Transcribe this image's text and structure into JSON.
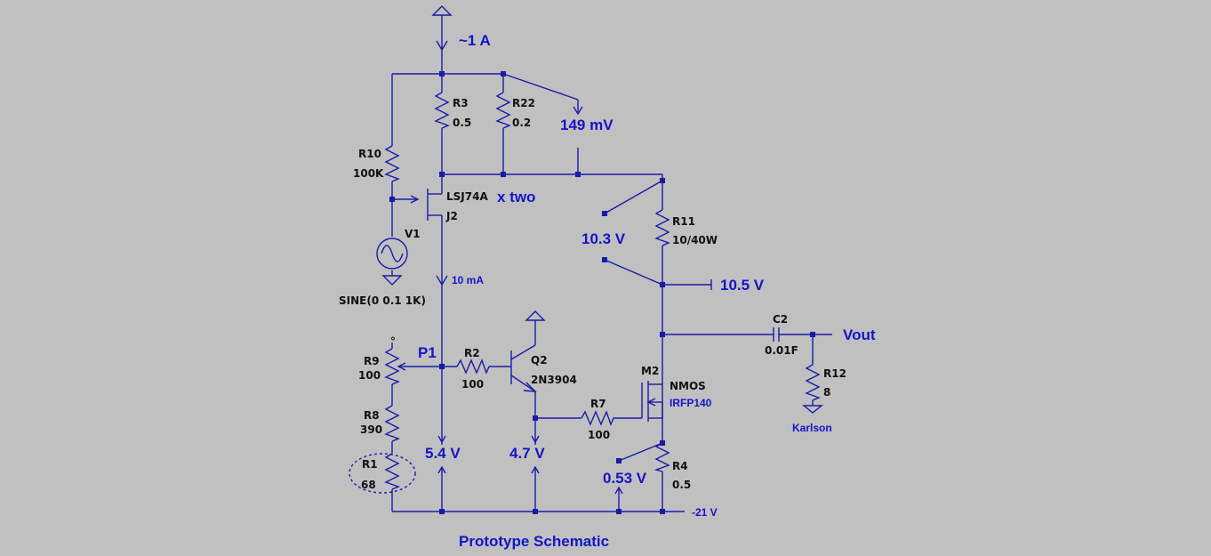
{
  "title": "Prototype Schematic",
  "annotations": {
    "supply_current": "~1 A",
    "sense_voltage": "149 mV",
    "jfet_count": "x two",
    "jfet_current": "10 mA",
    "r11_drop": "10.3 V",
    "node_voltage_top": "10.5 V",
    "output": "Vout",
    "pot_label": "P1",
    "gate_voltage": "5.4 V",
    "emitter_voltage": "4.7 V",
    "source_voltage": "0.53 V",
    "negative_rail": "-21 V",
    "credit": "Karlson"
  },
  "components": {
    "r3": {
      "name": "R3",
      "value": "0.5"
    },
    "r22": {
      "name": "R22",
      "value": "0.2"
    },
    "r10": {
      "name": "R10",
      "value": "100K"
    },
    "j2": {
      "part": "LSJ74A",
      "name": "J2"
    },
    "v1": {
      "name": "V1",
      "value": "SINE(0 0.1 1K)"
    },
    "r11": {
      "name": "R11",
      "value": "10/40W"
    },
    "c2": {
      "name": "C2",
      "value": "0.01F"
    },
    "r12": {
      "name": "R12",
      "value": "8"
    },
    "r9": {
      "name": "R9",
      "value": "100"
    },
    "r2": {
      "name": "R2",
      "value": "100"
    },
    "q2": {
      "name": "Q2",
      "value": "2N3904"
    },
    "m2": {
      "name": "M2",
      "type": "NMOS",
      "value": "IRFP140"
    },
    "r7": {
      "name": "R7",
      "value": "100"
    },
    "r8": {
      "name": "R8",
      "value": "390"
    },
    "r1": {
      "name": "R1",
      "value": "68"
    },
    "r4": {
      "name": "R4",
      "value": "0.5"
    }
  },
  "colors": {
    "background": "#c0c0c0",
    "wire": "#1a1aa8",
    "annotation": "#1414c8",
    "label": "#101010"
  }
}
